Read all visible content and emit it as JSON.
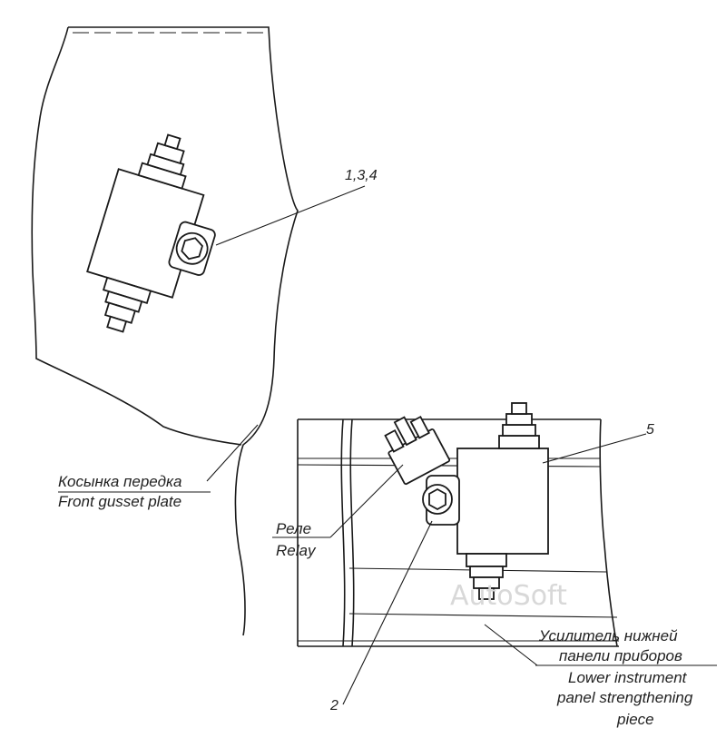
{
  "callouts": {
    "top_right_ref": "1,3,4",
    "bottom_ref": "2",
    "right_ref": "5"
  },
  "labels": {
    "gusset_ru": "Косынка передка",
    "gusset_en": "Front gusset plate",
    "relay_ru": "Реле",
    "relay_en": "Relay",
    "panel_ru_1": "Усилитель нижней",
    "panel_ru_2": "панели приборов",
    "panel_en_1": "Lower instrument",
    "panel_en_2": "panel strengthening",
    "panel_en_3": "piece"
  },
  "watermark": "AutoSoft"
}
